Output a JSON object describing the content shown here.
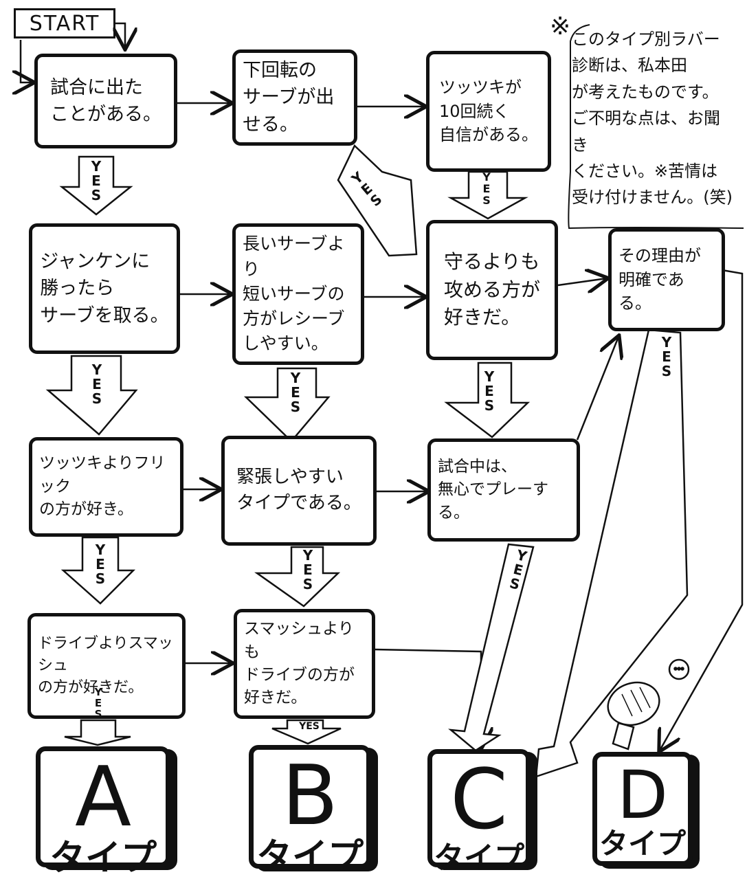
{
  "start_label": "START",
  "yes_label": "Y\nE\nS",
  "yes_label_inline": "YES",
  "note_mark": "※",
  "note_text": "このタイプ別ラバー\n診断は、私本田\nが考えたものです。\nご不明な点は、お聞き\nください。※苦情は\n受け付けません。(笑)",
  "boxes": {
    "q1": "試合に出た\nことがある。",
    "q2": "下回転の\nサーブが出せる。",
    "q3": "ツッツキが\n10回続く\n自信がある。",
    "q4": "ジャンケンに\n勝ったら\nサーブを取る。",
    "q5": "長いサーブより\n短いサーブの\n方がレシーブ\nしやすい。",
    "q6": "守るよりも\n攻める方が\n好きだ。",
    "q7": "その理由が\n明確である。",
    "q8": "ツッツキよりフリック\nの方が好き。",
    "q9": "緊張しやすい\nタイプである。",
    "q10": "試合中は、\n無心でプレーする。",
    "q11": "ドライブよりスマッシュ\nの方が好きだ。",
    "q12": "スマッシュよりも\nドライブの方が\n好きだ。"
  },
  "results": [
    {
      "letter": "A",
      "label": "タイプ"
    },
    {
      "letter": "B",
      "label": "タイプ"
    },
    {
      "letter": "C",
      "label": "タイプ"
    },
    {
      "letter": "D",
      "label": "タイプ"
    }
  ]
}
